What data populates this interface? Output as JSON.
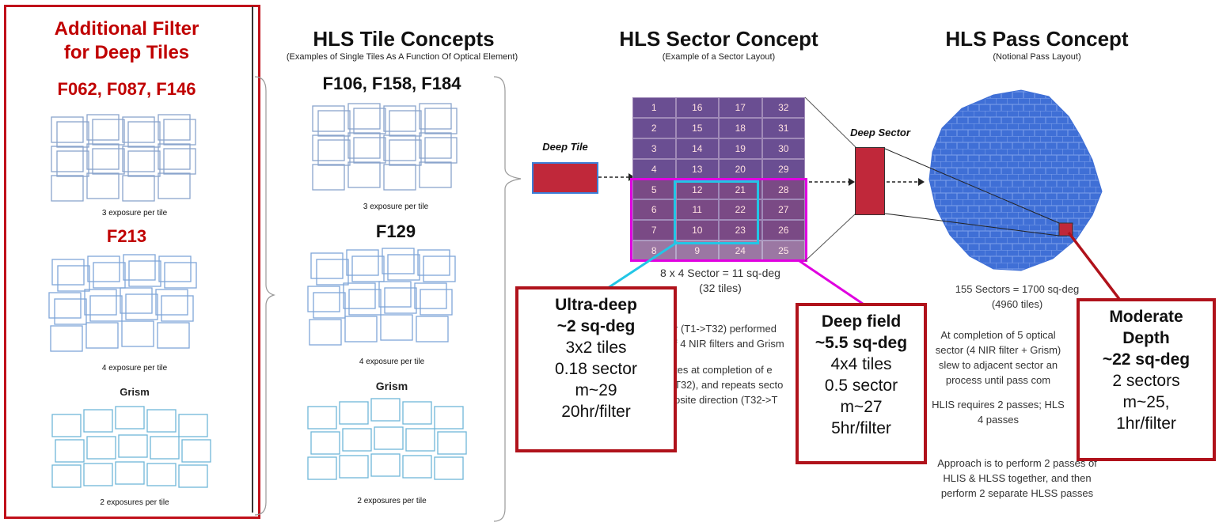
{
  "left_panel": {
    "heading_line1": "Additional Filter",
    "heading_line2": "for Deep Tiles",
    "filters_a": "F062, F087, F146",
    "filters_b": "F213",
    "cap_a": "3 exposure per tile",
    "cap_b": "4 exposure per tile",
    "grism": "Grism",
    "cap_c": "2 exposures per tile"
  },
  "tile_panel": {
    "title": "HLS Tile Concepts",
    "subtitle": "(Examples of Single Tiles As A Function Of Optical Element)",
    "filters_a": "F106, F158, F184",
    "filters_b": "F129",
    "cap_a": "3 exposure per tile",
    "cap_b": "4 exposure per tile",
    "grism": "Grism",
    "cap_c": "2 exposures per tile"
  },
  "sector_panel": {
    "title": "HLS Sector Concept",
    "subtitle": "(Example of a Sector Layout)",
    "deep_tile_label": "Deep Tile",
    "tiles": [
      [
        1,
        16,
        17,
        32
      ],
      [
        2,
        15,
        18,
        31
      ],
      [
        3,
        14,
        19,
        30
      ],
      [
        4,
        13,
        20,
        29
      ],
      [
        5,
        12,
        21,
        28
      ],
      [
        6,
        11,
        22,
        27
      ],
      [
        7,
        10,
        23,
        26
      ],
      [
        8,
        9,
        24,
        25
      ]
    ],
    "size_line1": "8 x 4 Sector = 11 sq-deg",
    "size_line2": "(32 tiles)",
    "text_1": "r (T1->T32) performed",
    "text_2": "f 4 NIR filters and Grism",
    "text_3": "tes at completion of e",
    "text_4": "T32), and repeats secto",
    "text_5": "osite direction (T32->T"
  },
  "pass_panel": {
    "title": "HLS Pass Concept",
    "subtitle": "(Notional Pass Layout)",
    "deep_sector_label": "Deep Sector",
    "size_line1": "155 Sectors = 1700 sq-deg",
    "size_line2": "(4960 tiles)",
    "text_1": "At completion of 5 optical",
    "text_2": "sector (4 NIR filter + Grism)",
    "text_3": "slew to adjacent sector an",
    "text_4": "process until pass com",
    "text_5": "HLIS requires 2 passes; HLS",
    "text_6": "4 passes",
    "text_7": "Approach is to perform 2 passes of",
    "text_8": "HLIS & HLSS together, and then",
    "text_9": "perform 2 separate HLSS passes"
  },
  "callouts": {
    "ultra_deep": [
      "Ultra-deep",
      "~2 sq-deg",
      "3x2 tiles",
      "0.18 sector",
      "m~29",
      "20hr/filter"
    ],
    "deep_field": [
      "Deep field",
      "~5.5 sq-deg",
      "4x4 tiles",
      "0.5 sector",
      "m~27",
      "5hr/filter"
    ],
    "moderate": [
      "Moderate",
      "Depth",
      "~22 sq-deg",
      "2 sectors",
      "m~25,",
      "1hr/filter"
    ]
  },
  "colors": {
    "accent_red": "#c00000",
    "callout_border": "#b0121b",
    "sector_purple_top": "#6a4e92",
    "sector_purple_bottom": "#7a4a85",
    "highlight_magenta": "#e000e0",
    "highlight_cyan": "#22c6e6",
    "pass_blue": "#3f6fd6"
  }
}
